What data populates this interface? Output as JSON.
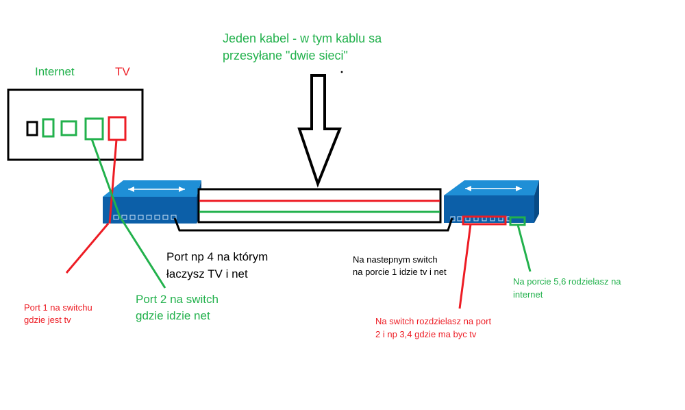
{
  "title_lines": [
    "Jeden kabel - w tym kablu sa",
    "przesyłane \"dwie sieci\""
  ],
  "device": {
    "internet_label": "Internet",
    "tv_label": "TV"
  },
  "labels": {
    "port4_lines": [
      "Port np 4 na którym",
      "łaczysz TV i net"
    ],
    "next_switch_lines": [
      "Na nastepnym switch",
      "na porcie 1 idzie tv i net"
    ],
    "port1_lines": [
      "Port 1 na switchu",
      "gdzie jest tv"
    ],
    "port2_lines": [
      "Port 2 na switch",
      "gdzie idzie net"
    ],
    "port56_lines": [
      "Na porcie 5,6 rodzielasz na",
      "internet"
    ],
    "split_tv_lines": [
      "Na switch rozdzielasz na port",
      "2 i np 3,4 gdzie ma byc tv"
    ]
  },
  "colors": {
    "net": "#22b14c",
    "tv": "#ed1c24",
    "switch_top": "#1f8fd6",
    "switch_front": "#0c5fa8",
    "outline": "#000000"
  }
}
